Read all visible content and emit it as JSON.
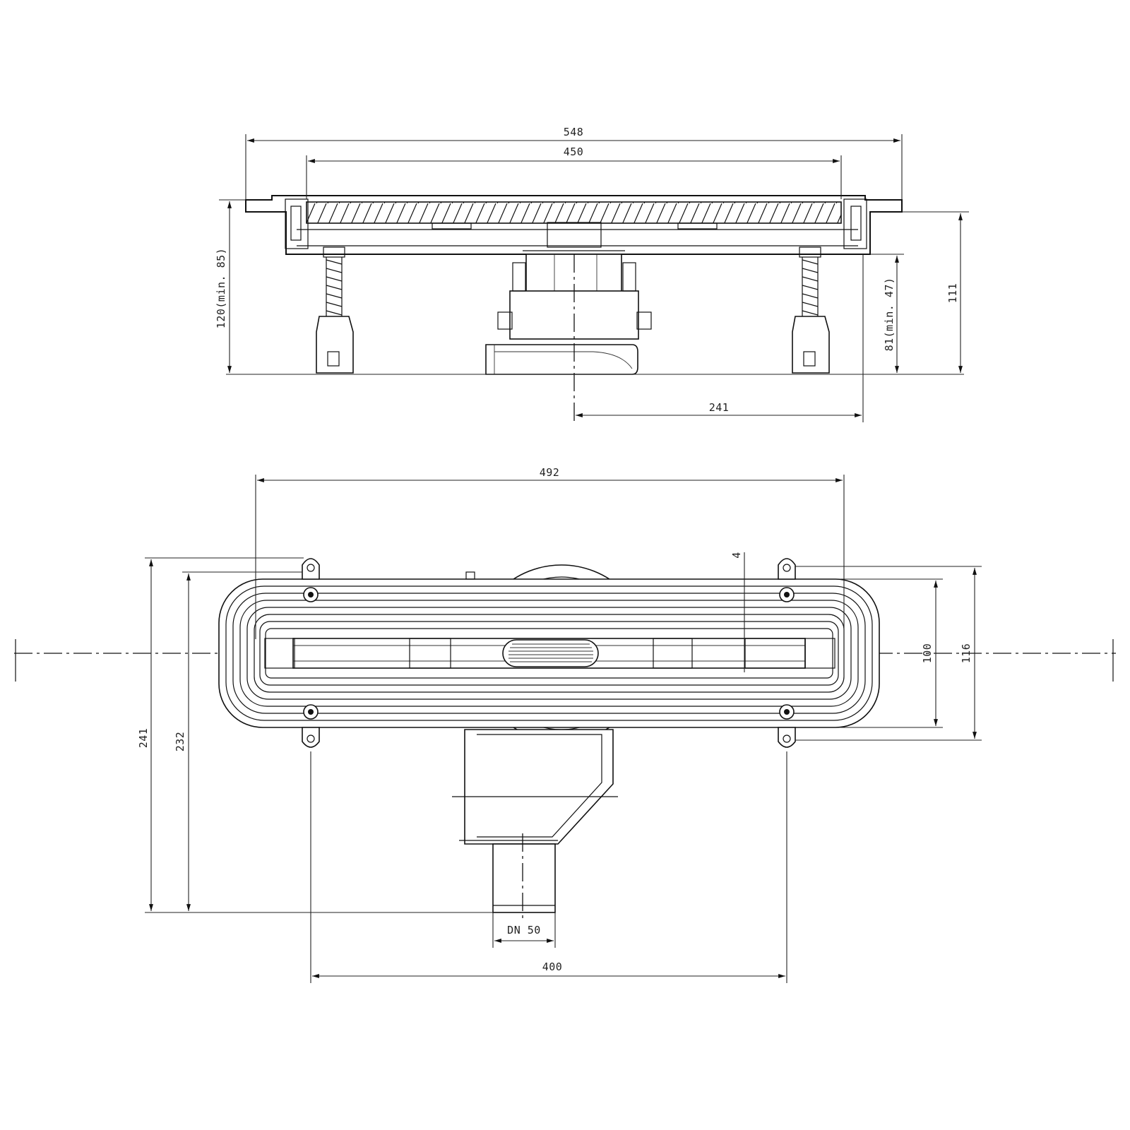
{
  "side_view": {
    "width_overall": "548",
    "width_grate": "450",
    "height_total": "120(min. 85)",
    "height_feet": "81(min. 47)",
    "height_right": "111",
    "outlet_offset": "241"
  },
  "top_view": {
    "length_body": "492",
    "width_total": "241",
    "width_232": "232",
    "width_channel": "100",
    "width_116": "116",
    "gap_4": "4",
    "outlet_size": "DN 50",
    "foot_spacing": "400"
  },
  "colors": {
    "line": "#111111",
    "background": "#ffffff"
  }
}
